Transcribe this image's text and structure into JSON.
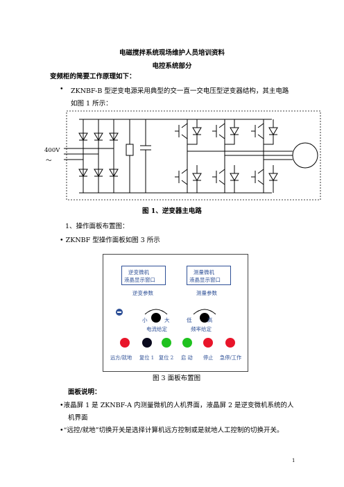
{
  "doc": {
    "title": "电磁搅拌系统现场维护人员培训资料",
    "subtitle": "电控系统部分",
    "section_heading": "变频柜的简要工作原理如下：",
    "para1_line1": "ZKNBF-B 型逆变电源采用典型的交一直一交电压型逆变器结构，其主电路",
    "para1_line2": "如图 1 所示：",
    "bullet_dot": "•",
    "bullet_sq": "▪",
    "voltage_label": "400V",
    "ac_symbol": "～",
    "fig1_caption": "图 1、逆变器主电路",
    "item1": "1、操作面板布置图：",
    "bullet2": "• ZKNBF 型操作面板如图 3 所示",
    "fig3_caption": "图 3  面板布置图",
    "panel_note_heading": "面板说明：",
    "note1_line1": "•液晶屏 1 是 ZKNBF-A 内测量微机的人机界面，液晶屏 2 是逆变微机系统的人",
    "note1_line2": "机界面",
    "note2": "•“远控/就地”切换开关是选择计算机远方控制或是就地人工控制的切换开关。",
    "page_number": "1"
  },
  "panel": {
    "win1_line1": "逆变微机",
    "win1_line2": "液晶显示窗口",
    "win2_line1": "测量微机",
    "win2_line2": "液晶显示窗口",
    "win1_caption": "逆变参数",
    "win2_caption": "测量参数",
    "knob1_small": "小",
    "knob1_big": "大",
    "knob1_label": "电流给定",
    "knob2_low": "低",
    "knob2_high": "高",
    "knob2_label": "频率给定",
    "buttons": [
      {
        "label": "远方/就地",
        "color": "#e8152a"
      },
      {
        "label": "复位 1",
        "color": "#0a0a1e"
      },
      {
        "label": "复位 2",
        "color": "#1fc21f"
      },
      {
        "label": "启 动",
        "color": "#1fc21f"
      },
      {
        "label": "停止",
        "color": "#e8152a"
      },
      {
        "label": "急停/工作",
        "color": "#e8152a"
      }
    ]
  }
}
